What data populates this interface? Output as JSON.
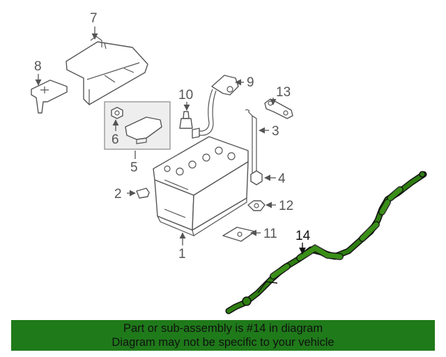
{
  "diagram": {
    "colors": {
      "line": "#555555",
      "highlight": "#2e7d12",
      "banner": "#1f7a1a",
      "inset_box": "#eeeeee"
    },
    "callouts": [
      "1",
      "2",
      "3",
      "4",
      "5",
      "6",
      "7",
      "8",
      "9",
      "10",
      "11",
      "12",
      "13",
      "14"
    ]
  },
  "banner": {
    "line1": "Part or sub-assembly is #14 in diagram",
    "line2": "Diagram may not be specific to your vehicle"
  }
}
